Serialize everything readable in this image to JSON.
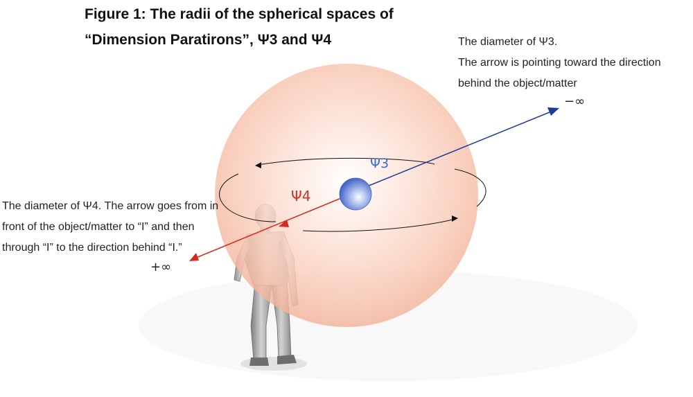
{
  "title": {
    "line1": "Figure 1: The radii of the spherical spaces of",
    "line2": "“Dimension Paratirons”, Ψ3 and Ψ4"
  },
  "psi3_note": {
    "line1": "The diameter of Ψ3.",
    "line2": "The arrow is pointing toward the direction",
    "line3": "behind the object/matter"
  },
  "psi4_note": {
    "line1": "The diameter of Ψ4. The arrow goes from in",
    "line2": "front of the object/matter to “I” and then",
    "line3": "through “I” to the direction behind “I.”"
  },
  "labels": {
    "minus_infinity": "−∞",
    "plus_infinity": "+∞",
    "psi3": "Ψ3",
    "psi4": "Ψ4"
  },
  "colors": {
    "sphere": "#f8c9b4",
    "core": "#5b7fd6",
    "psi3_arrow": "#1f3a93",
    "psi4_arrow": "#d52b1e",
    "orbit": "#111111"
  }
}
